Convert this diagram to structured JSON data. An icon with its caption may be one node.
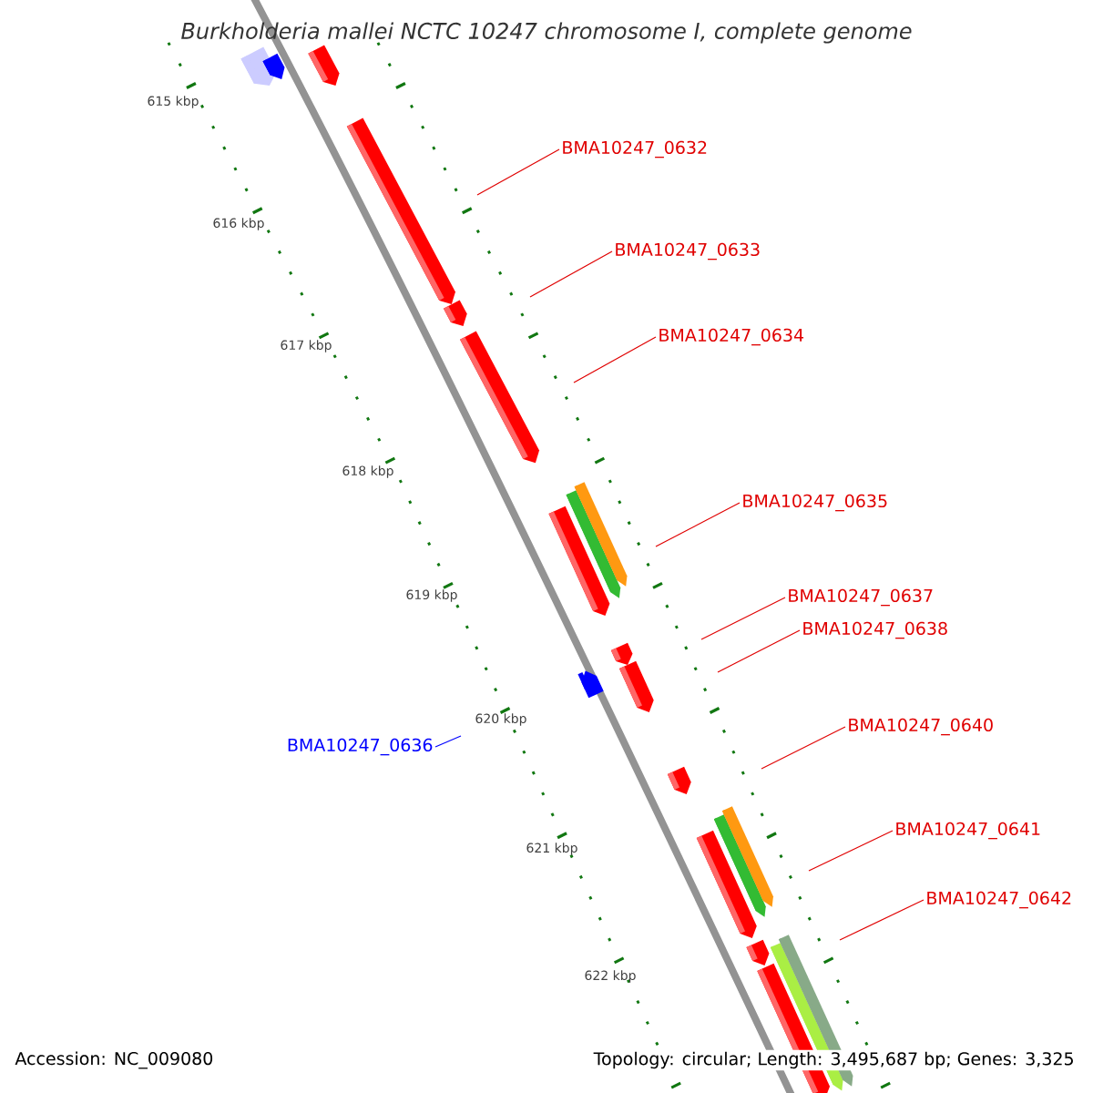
{
  "diagram": {
    "title": "Burkholderia mallei NCTC 10247 chromosome I, complete genome",
    "nodes": [
      {
        "text": [
          "BMA10247_0632"
        ]
      },
      {
        "text": [
          "BMA10247_0633"
        ]
      },
      {
        "text": [
          "BMA10247_0634"
        ]
      },
      {
        "text": [
          "BMA10247_0635"
        ]
      },
      {
        "text": [
          "BMA10247_0637"
        ]
      },
      {
        "text": [
          "BMA10247_0638"
        ]
      },
      {
        "text": [
          "BMA10247_0640"
        ]
      },
      {
        "text": [
          "BMA10247_0636"
        ]
      },
      {
        "text": [
          "BMA10247_0641"
        ]
      },
      {
        "text": [
          "BMA10247_0642"
        ]
      }
    ],
    "edges": [
      {
        "from": 0,
        "to": null,
        "arrow": "none"
      },
      {
        "from": 1,
        "to": null,
        "arrow": "none"
      },
      {
        "from": 2,
        "to": null,
        "arrow": "none"
      },
      {
        "from": 3,
        "to": null,
        "arrow": "none"
      },
      {
        "from": 4,
        "to": null,
        "arrow": "none"
      },
      {
        "from": 5,
        "to": null,
        "arrow": "none"
      },
      {
        "from": 6,
        "to": null,
        "arrow": "none"
      },
      {
        "from": 7,
        "to": null,
        "arrow": "none",
        "color": "#0000ff"
      },
      {
        "from": 8,
        "to": null,
        "arrow": "none"
      },
      {
        "from": 9,
        "to": null,
        "arrow": "none"
      }
    ],
    "labels": [
      "615 kbp",
      "616 kbp",
      "617 kbp",
      "618 kbp",
      "619 kbp",
      "620 kbp",
      "621 kbp",
      "622 kbp",
      "Accession: NC_009080",
      "Topology: circular; Length: 3,495,687 bp; Genes: 3,325"
    ]
  }
}
